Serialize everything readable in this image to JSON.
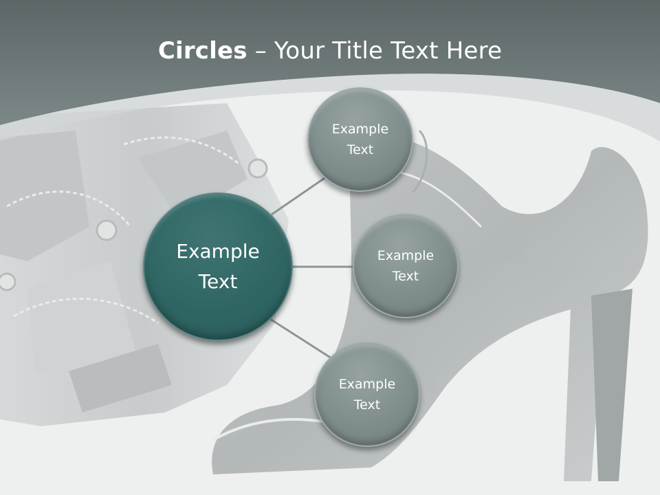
{
  "slide": {
    "title_bold": "Circles",
    "title_rest": " – Your Title Text Here"
  },
  "diagram": {
    "center": {
      "label": "Example\nText",
      "color": "#2f6664"
    },
    "satellites": [
      {
        "label": "Example\nText",
        "color": "#7f8d8d"
      },
      {
        "label": "Example\nText",
        "color": "#7f8d8d"
      },
      {
        "label": "Example\nText",
        "color": "#7f8d8d"
      }
    ]
  },
  "colors": {
    "header": "#6b7677",
    "background": "#eef0f0",
    "connector": "#8a9596"
  },
  "background_image": "gray-patent-leather-shoes-photo"
}
